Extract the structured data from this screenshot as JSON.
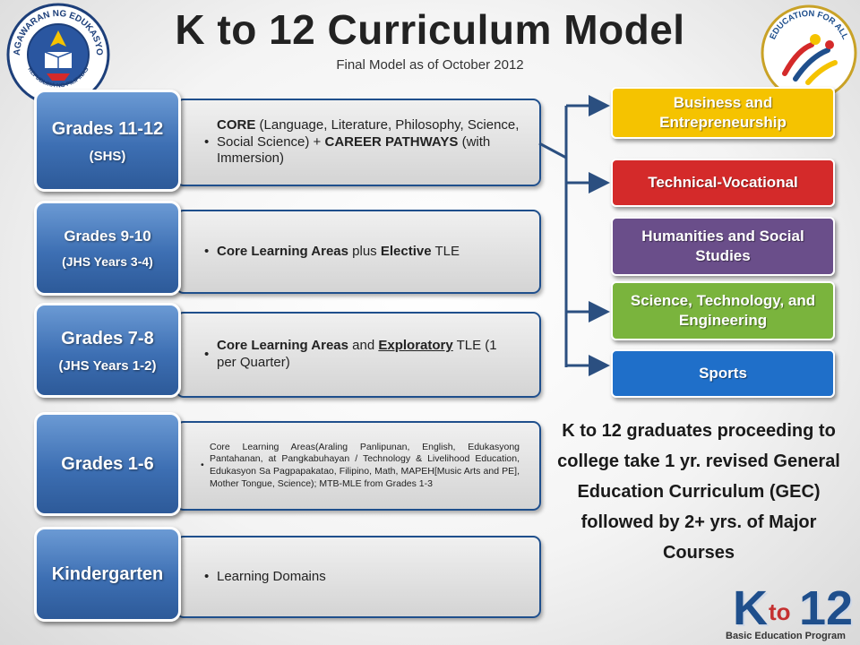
{
  "header": {
    "title": "K to 12 Curriculum Model",
    "subtitle": "Final Model as of October 2012"
  },
  "levels": [
    {
      "label": "Grades 11-12",
      "sub": "(SHS)",
      "desc_parts": [
        {
          "text": "CORE",
          "style": "bold"
        },
        {
          "text": " (Language, Literature, Philosophy, Science, Social Science) + ",
          "style": "normal"
        },
        {
          "text": "CAREER PATHWAYS",
          "style": "bold"
        },
        {
          "text": " (with Immersion)",
          "style": "normal"
        }
      ]
    },
    {
      "label": "Grades 9-10",
      "sub": "(JHS Years 3-4)",
      "desc_parts": [
        {
          "text": "Core Learning Areas",
          "style": "bold"
        },
        {
          "text": " plus ",
          "style": "normal"
        },
        {
          "text": "Elective",
          "style": "bold"
        },
        {
          "text": " TLE",
          "style": "normal"
        }
      ]
    },
    {
      "label": "Grades 7-8",
      "sub": "(JHS Years 1-2)",
      "desc_parts": [
        {
          "text": "Core Learning Areas",
          "style": "bold"
        },
        {
          "text": " and ",
          "style": "normal"
        },
        {
          "text": "Exploratory",
          "style": "bold-underline"
        },
        {
          "text": " TLE (1 per Quarter)",
          "style": "normal"
        }
      ]
    },
    {
      "label": "Grades 1-6",
      "sub": "",
      "desc_parts": [
        {
          "text": "Core Learning Areas(Araling Panlipunan, English, Edukasyong Pantahanan, at Pangkabuhayan / Technology & Livelihood Education, Edukasyon Sa Pagpapakatao, Filipino, Math, MAPEH[Music Arts and PE], Mother Tongue, Science); MTB-MLE from Grades 1-3",
          "style": "normal"
        }
      ]
    },
    {
      "label": "Kindergarten",
      "sub": "",
      "desc_parts": [
        {
          "text": "Learning Domains",
          "style": "normal"
        }
      ]
    }
  ],
  "tracks": [
    {
      "label": "Business and Entrepreneurship",
      "color": "#f5c300"
    },
    {
      "label": "Technical-Vocational",
      "color": "#d42a2a"
    },
    {
      "label": "Humanities and Social Studies",
      "color": "#6a4e8a"
    },
    {
      "label": "Science, Technology, and Engineering",
      "color": "#7ab43d"
    },
    {
      "label": "Sports",
      "color": "#1f6fc9"
    }
  ],
  "note": "K to 12 graduates proceeding to college take 1 yr. revised General Education Curriculum (GEC) followed by 2+ yrs. of Major Courses",
  "seal": {
    "icon": "deped-seal-icon",
    "ring_top": "KAGAWARAN NG EDUKASYON",
    "ring_bottom": "REPUBLIKA NG PILIPINAS"
  },
  "efa_logo": {
    "icon": "education-for-all-logo-icon",
    "text": "EDUCATION FOR ALL"
  },
  "brand": {
    "k": "K",
    "to": "to",
    "num": "12",
    "caption": "Basic Education Program"
  },
  "colors": {
    "label_blue": "#3d6fb3",
    "border_blue": "#1f4f8c",
    "arrow_blue": "#2b4f80"
  }
}
